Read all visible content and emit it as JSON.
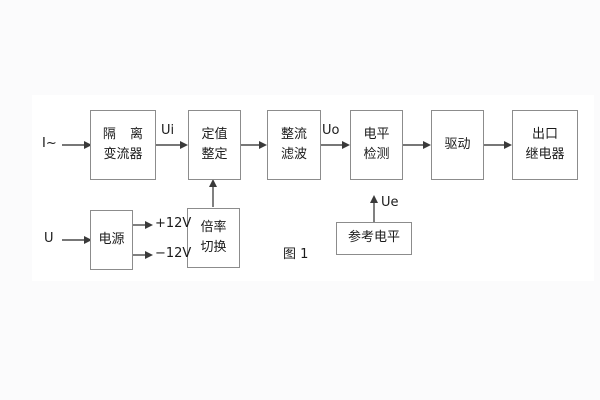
{
  "figure": {
    "caption": "图 1",
    "background_color": "#fbfbfc",
    "canvas_color": "#ffffff",
    "block_border_color": "#8c8c8c",
    "wire_color": "#4a4a4a"
  },
  "inputs": [
    {
      "name": "current-input",
      "label": "I~"
    },
    {
      "name": "voltage-input",
      "label": "U"
    }
  ],
  "blocks": [
    {
      "name": "isolation-transformer",
      "line1": "隔 离",
      "line2": "变流器"
    },
    {
      "name": "setting-value",
      "line1": "定值",
      "line2": "整定"
    },
    {
      "name": "rectifier-filter",
      "line1": "整流",
      "line2": "滤波"
    },
    {
      "name": "level-detection",
      "line1": "电平",
      "line2": "检测"
    },
    {
      "name": "driver",
      "line1": "驱动",
      "line2": ""
    },
    {
      "name": "output-relay",
      "line1": "出口",
      "line2": "继电器"
    },
    {
      "name": "power-supply",
      "line1": "电源",
      "line2": ""
    },
    {
      "name": "multiplier-switch",
      "line1": "倍率",
      "line2": "切换"
    },
    {
      "name": "reference-level",
      "line1": "参考电平",
      "line2": ""
    }
  ],
  "signals": [
    {
      "name": "signal-ui",
      "label": "Ui"
    },
    {
      "name": "signal-uo",
      "label": "Uo"
    },
    {
      "name": "signal-ue",
      "label": "Ue"
    }
  ],
  "rails": [
    {
      "name": "rail-positive-12v",
      "label": "+12V"
    },
    {
      "name": "rail-negative-12v",
      "label": "−12V"
    }
  ]
}
